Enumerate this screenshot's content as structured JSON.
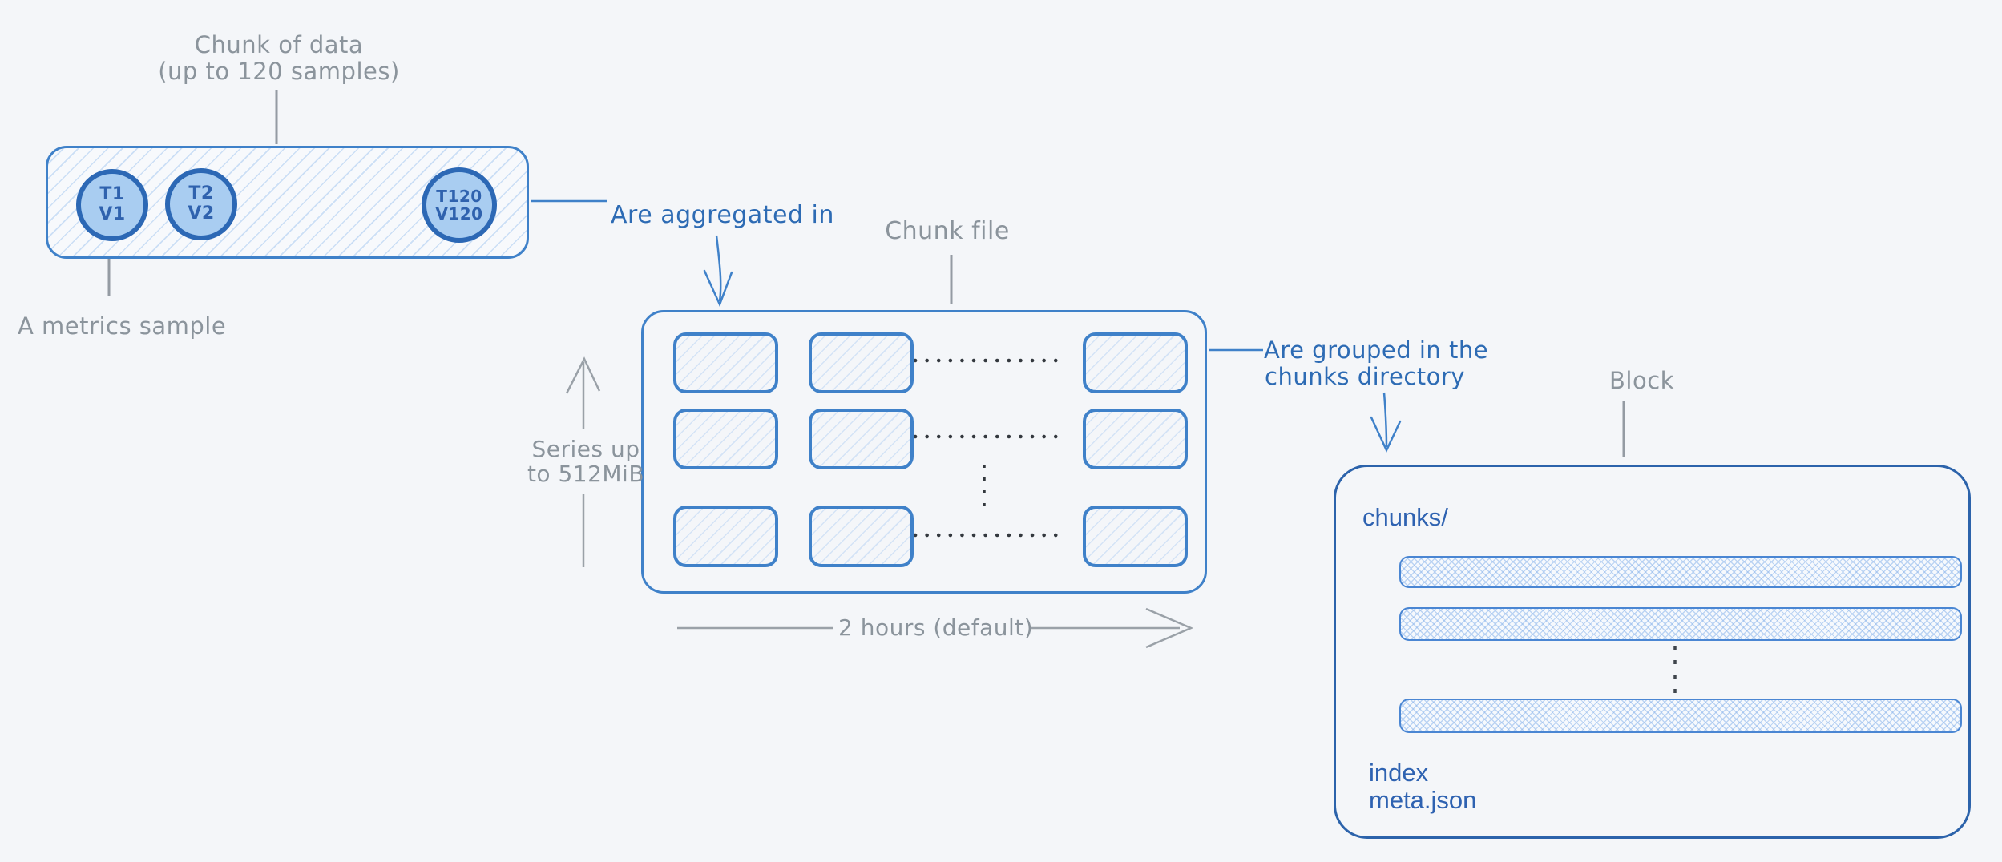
{
  "colors": {
    "background": "#f4f6f9",
    "stroke_blue": "#3f81c9",
    "dark_blue_border": "#2c63ab",
    "circle_fill": "#a9cdf1",
    "circle_border": "#2c68b5",
    "handwritten_blue": "#2d6bb4",
    "label_gray": "#8b949c",
    "dots_dark": "#33383e"
  },
  "chunk_of_data": {
    "title_line1": "Chunk of data",
    "title_line2": "(up to 120 samples)",
    "samples": [
      {
        "time": "T1",
        "value": "V1"
      },
      {
        "time": "T2",
        "value": "V2"
      },
      {
        "time": "T120",
        "value": "V120"
      }
    ],
    "sample_pointer_label": "A metrics sample"
  },
  "transitions": {
    "aggregated_label": "Are aggregated in",
    "grouped_label_line1": "Are grouped in the",
    "grouped_label_line2": "chunks directory"
  },
  "chunk_file": {
    "title": "Chunk file",
    "series_axis_line1": "Series up",
    "series_axis_line2": "to 512MiB",
    "time_axis": "2 hours (default)"
  },
  "block": {
    "title": "Block",
    "directory": "chunks/",
    "file1": "index",
    "file2": "meta.json"
  }
}
